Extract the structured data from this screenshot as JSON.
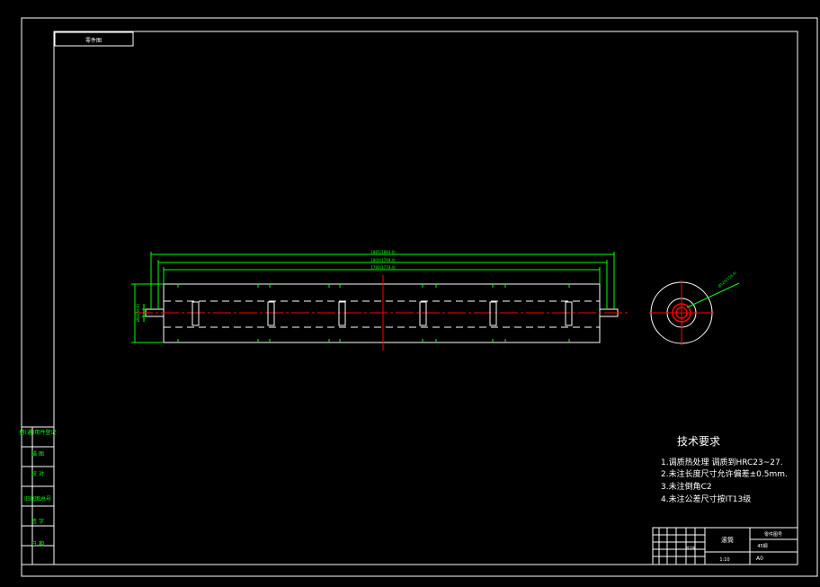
{
  "title_tab": "零件图",
  "side_table": [
    "借(通)用件登记",
    "描  图",
    "校  对",
    "旧底图总号",
    "签  字",
    "日  期"
  ],
  "tech_req": {
    "heading": "技术要求",
    "items": [
      "1.调质热处理   调质到HRC23~27.",
      "2.未注长度尺寸允许偏差±0.5mm.",
      "3.未注倒角C2",
      "4.未注公差尺寸按IT13级"
    ]
  },
  "dims": {
    "d1": "1885(1884.6)",
    "d2": "1800(1799.4)",
    "d3": "1780(1779.4)",
    "left": "Ø60(59.6)",
    "radial": "Ø120(119.4)"
  },
  "title_block": {
    "part_name": "滚筒",
    "drawing_no": "零件图号",
    "material": "45钢",
    "scale": "1:10",
    "sheet": "共1张",
    "size": "A0"
  },
  "colors": {
    "background": "#000000",
    "line": "#ffffff",
    "dimension": "#00ff00",
    "centerline": "#ff0000"
  }
}
